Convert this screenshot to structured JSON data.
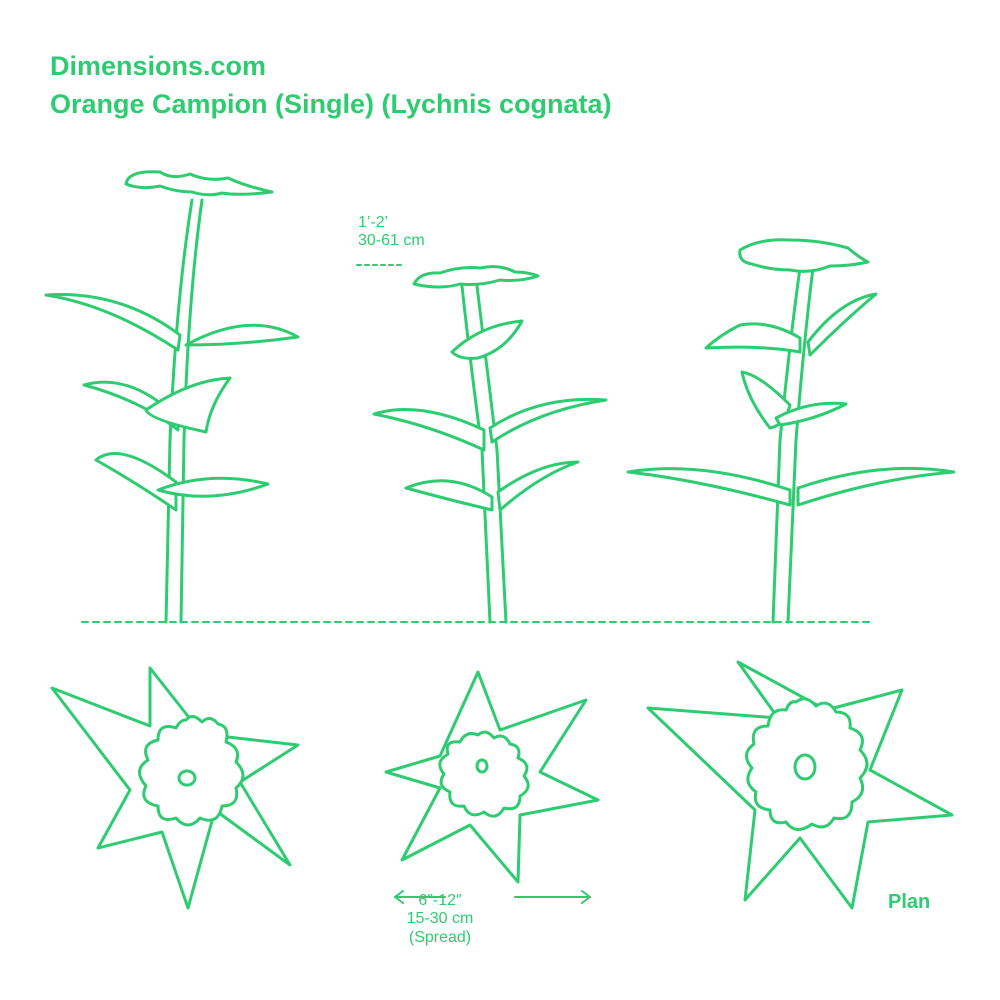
{
  "header": {
    "site": "Dimensions.com",
    "title": "Orange Campion (Single) (Lychnis cognata)"
  },
  "height_dimension": {
    "imperial": "1’-2’",
    "metric": "30-61 cm"
  },
  "spread_dimension": {
    "imperial": "6″-12″",
    "metric": "15-30 cm",
    "note": "(Spread)"
  },
  "plan_label": "Plan",
  "colors": {
    "accent": "#2ecc71",
    "background": "#ffffff"
  }
}
